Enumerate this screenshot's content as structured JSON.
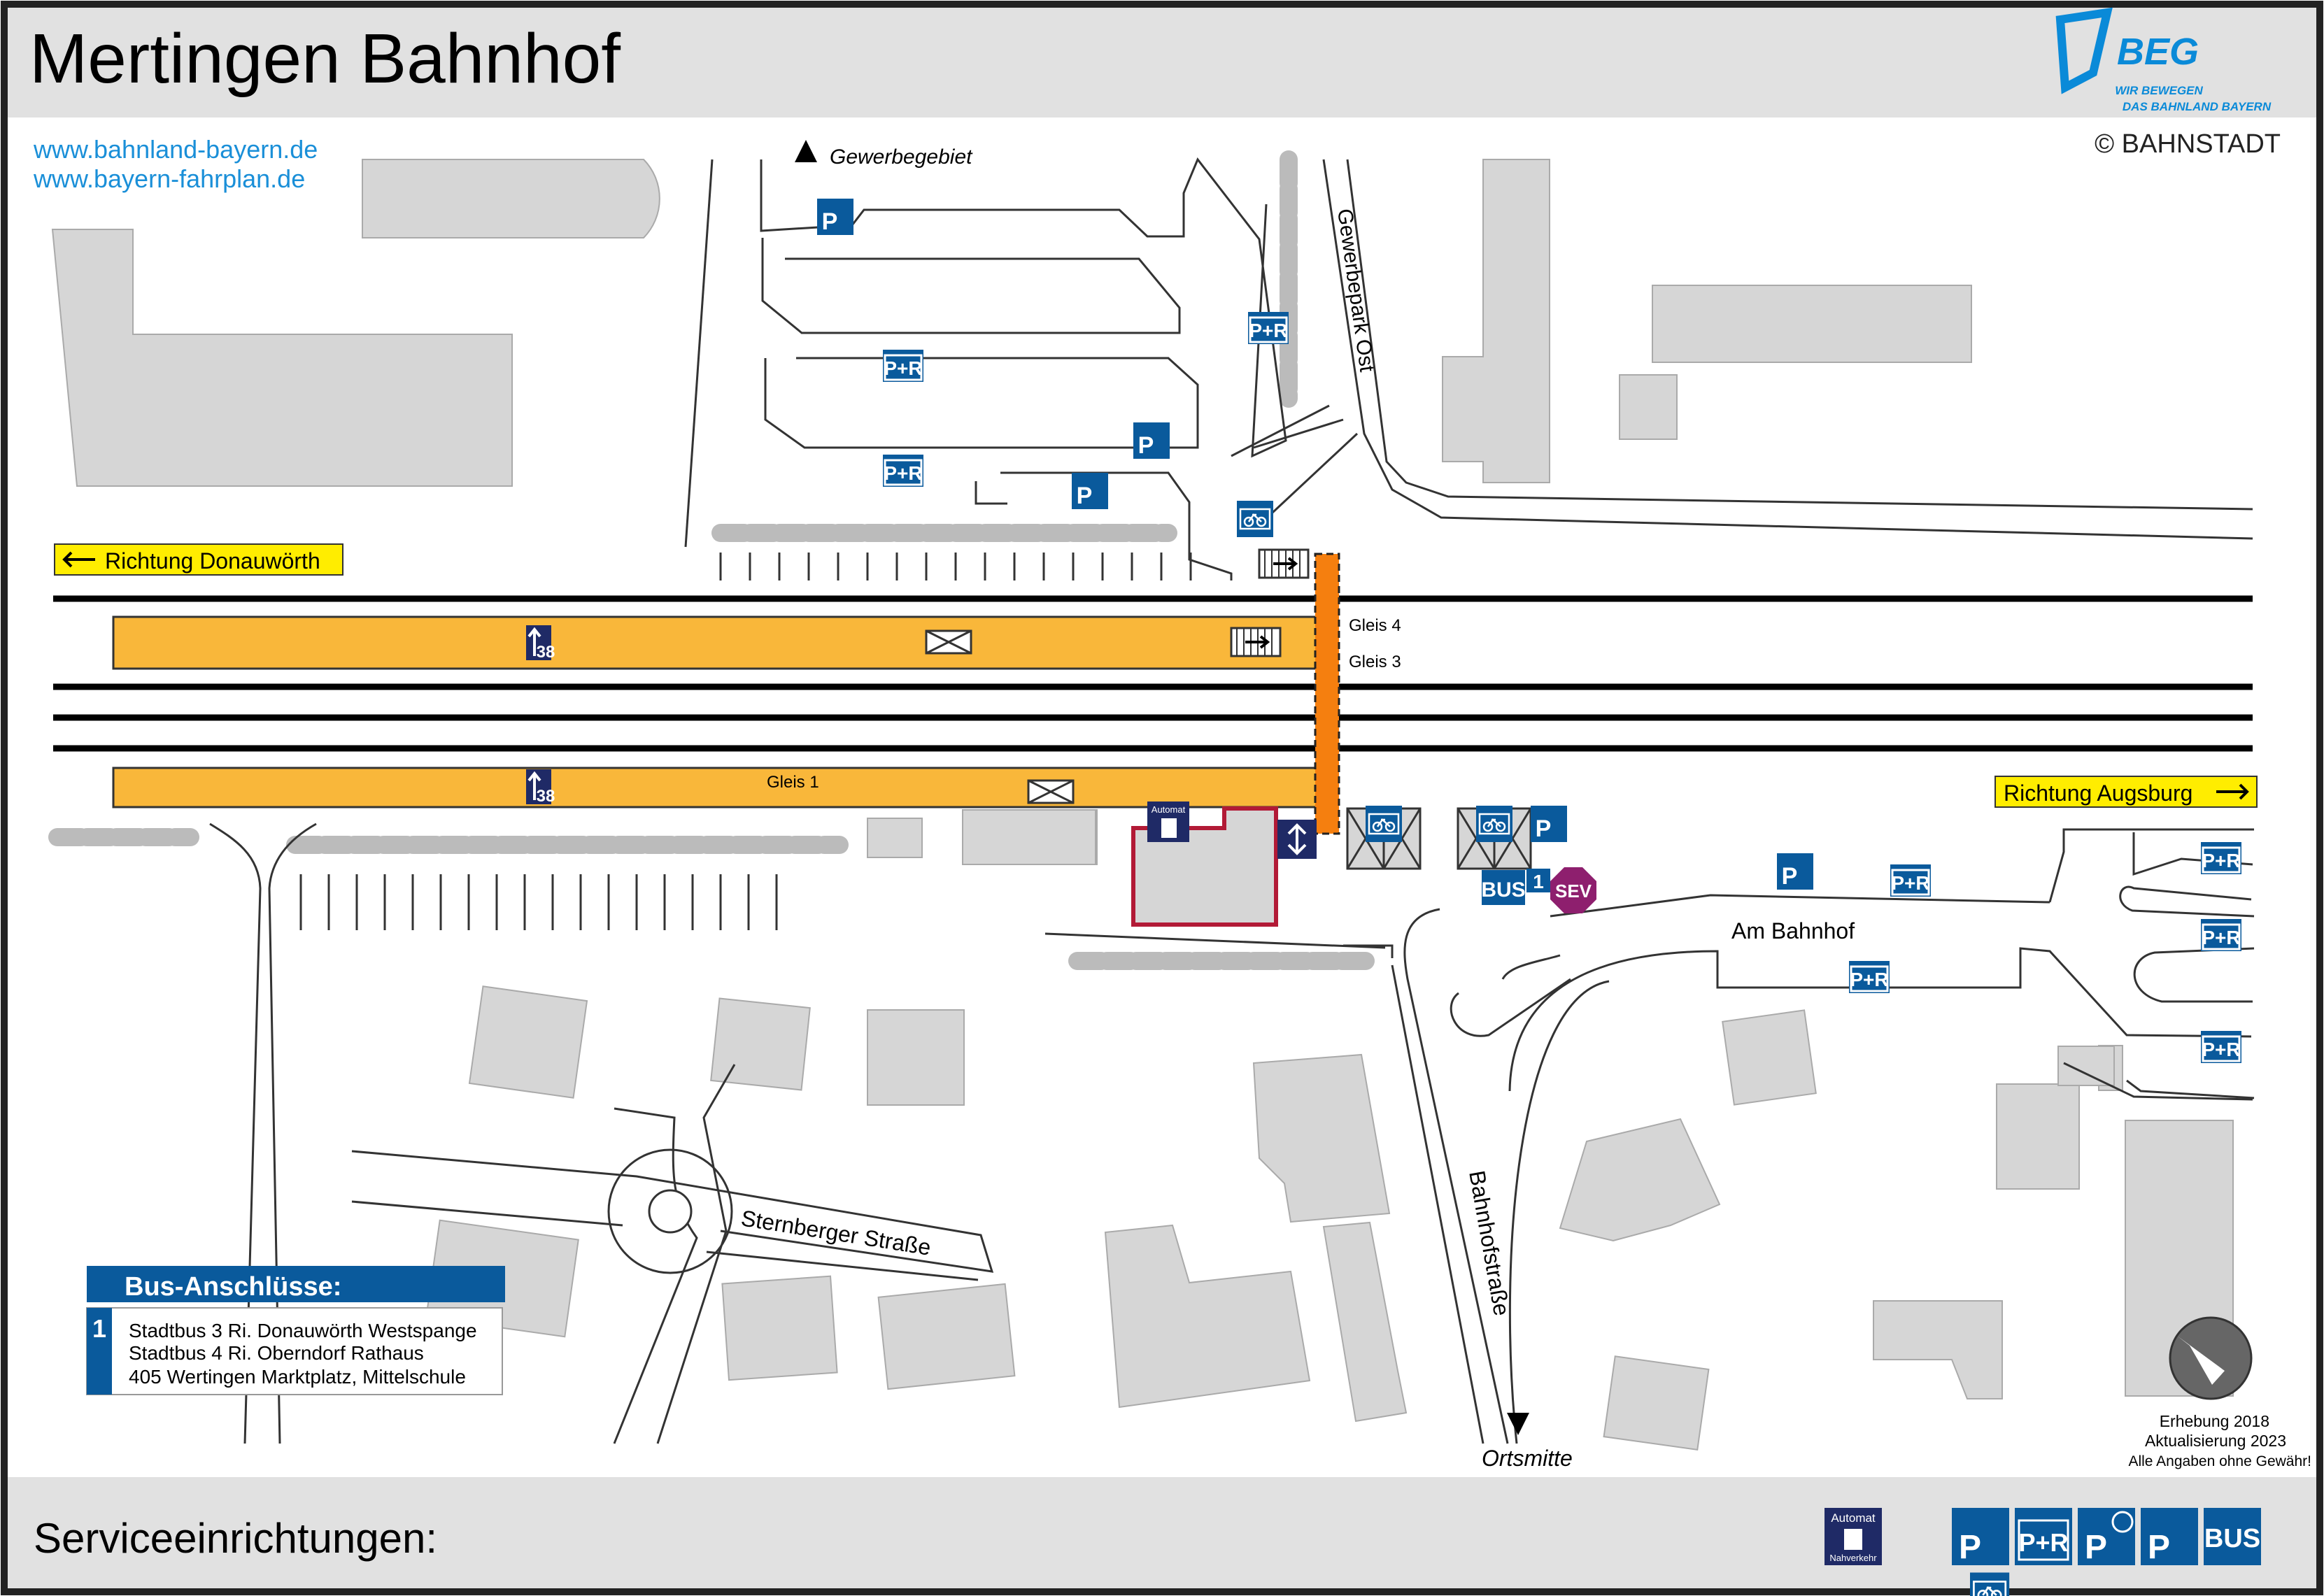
{
  "title": "Mertingen Bahnhof",
  "links": [
    "www.bahnland-bayern.de",
    "www.bayern-fahrplan.de"
  ],
  "logo": {
    "name": "BEG",
    "slogan_1": "WIR BEWEGEN",
    "slogan_2": "DAS BAHNLAND BAYERN"
  },
  "copyright": "© BAHNSTADT",
  "directions": {
    "west": "Richtung Donauwörth",
    "east": "Richtung Augsburg",
    "north": "Gewerbegebiet",
    "south": "Ortsmitte"
  },
  "streets": {
    "gewerbepark": "Gewerbepark Ost",
    "sternberger": "Sternberger Straße",
    "bahnhofstrasse": "Bahnhofstraße",
    "am_bahnhof": "Am Bahnhof"
  },
  "tracks": {
    "gleis_4": "Gleis 4",
    "gleis_3": "Gleis 3",
    "gleis_1": "Gleis 1",
    "platform_length": "38"
  },
  "pictos": {
    "pr": "P+R",
    "p": "P",
    "bus": "BUS",
    "bus_stop_number": "1",
    "sev": "SEV",
    "automat": "Automat",
    "nahverkehr": "Nahverkehr"
  },
  "bus_box": {
    "title": "Bus-Anschlüsse:",
    "stop_number": "1",
    "lines": [
      "Stadtbus 3 Ri. Donauwörth Westspange",
      "Stadtbus 4 Ri. Oberndorf Rathaus",
      "405 Wertingen Marktplatz, Mittelschule"
    ]
  },
  "footer_notes": [
    "Erhebung 2018",
    "Aktualisierung 2023",
    "Alle Angaben ohne Gewähr!"
  ],
  "service_label": "Serviceeinrichtungen:",
  "colors": {
    "blue": "#0a5a9c",
    "navy": "#1f2a66",
    "platform": "#f9b73a",
    "bridge": "#f57f0f",
    "sev": "#8e1f6e",
    "yellow": "#ffed00",
    "building": "#d6d6d6",
    "header": "#e1e1e1"
  }
}
